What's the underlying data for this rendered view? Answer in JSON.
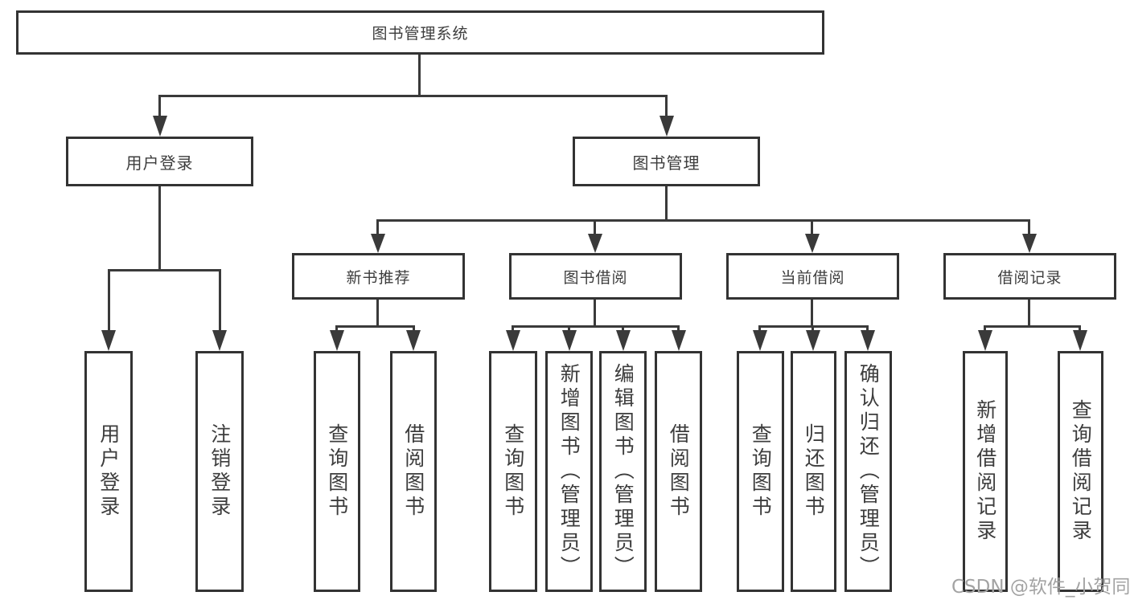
{
  "tree": {
    "root": {
      "label": "图书管理系统",
      "children": [
        {
          "label": "用户登录",
          "children": [
            {
              "label": "用户登录"
            },
            {
              "label": "注销登录"
            }
          ]
        },
        {
          "label": "图书管理",
          "children": [
            {
              "label": "新书推荐",
              "children": [
                {
                  "label": "查询图书"
                },
                {
                  "label": "借阅图书"
                }
              ]
            },
            {
              "label": "图书借阅",
              "children": [
                {
                  "label": "查询图书"
                },
                {
                  "label": "新增图书（管理员）"
                },
                {
                  "label": "编辑图书（管理员）"
                },
                {
                  "label": "借阅图书"
                }
              ]
            },
            {
              "label": "当前借阅",
              "children": [
                {
                  "label": "查询图书"
                },
                {
                  "label": "归还图书"
                },
                {
                  "label": "确认归还（管理员）"
                }
              ]
            },
            {
              "label": "借阅记录",
              "children": [
                {
                  "label": "新增借阅记录"
                },
                {
                  "label": "查询借阅记录"
                }
              ]
            }
          ]
        }
      ]
    }
  },
  "watermark": {
    "text": "CSDN @软件_小贺同学"
  },
  "colors": {
    "line": "#3a3a3a",
    "border": "#333333",
    "text": "#3d3d3d",
    "watermark_text": "#a3a3a3",
    "background": "#ffffff"
  }
}
